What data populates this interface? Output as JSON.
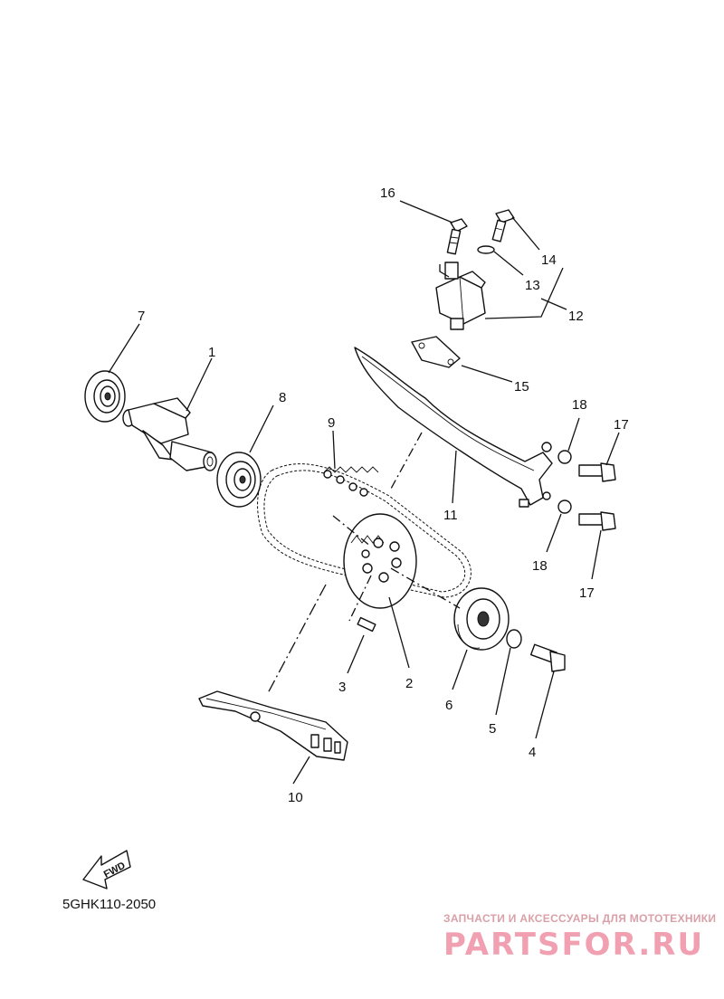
{
  "callouts": {
    "c1": "1",
    "c2": "2",
    "c3": "3",
    "c4": "4",
    "c5": "5",
    "c6": "6",
    "c7": "7",
    "c8": "8",
    "c9": "9",
    "c10": "10",
    "c11": "11",
    "c12": "12",
    "c13": "13",
    "c14": "14",
    "c15": "15",
    "c16": "16",
    "c17a": "17",
    "c17b": "17",
    "c18a": "18",
    "c18b": "18"
  },
  "fwd_label": "FWD",
  "diagram_code": "5GHK110-2050",
  "watermark": {
    "tagline": "ЗАПЧАСТИ И АКСЕССУАРЫ ДЛЯ МОТОТЕХНИКИ",
    "logo": "PARTSFOR.RU"
  }
}
